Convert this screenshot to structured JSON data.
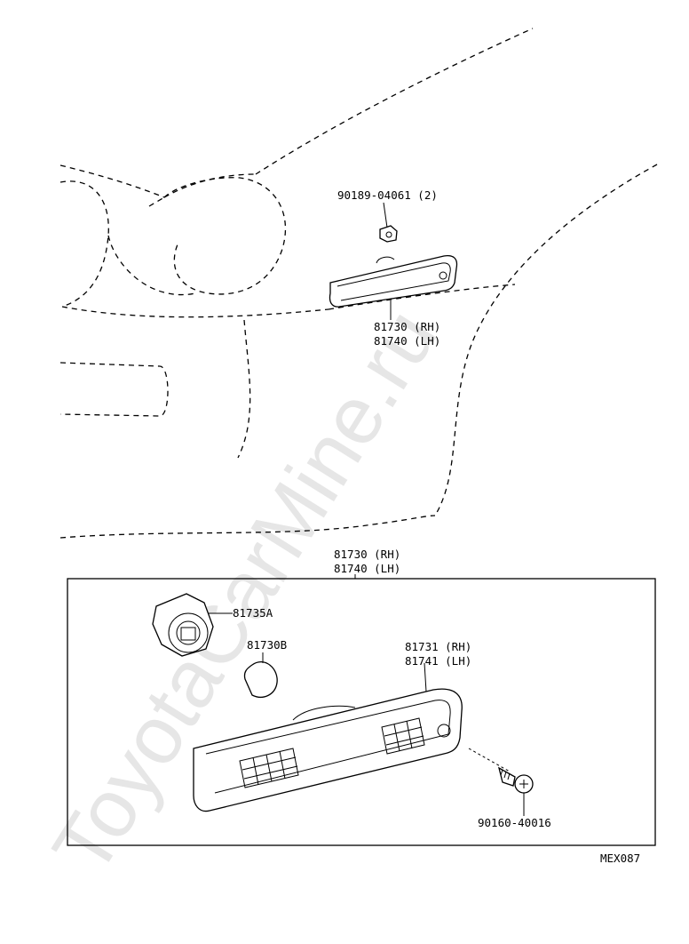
{
  "watermark": "ToyotaCarMine.ru",
  "diagram_code": "MEX087",
  "callouts": {
    "clip": "90189-04061 (2)",
    "upper_lamp_rh": "81730 (RH)",
    "upper_lamp_lh": "81740 (LH)",
    "assembly_rh": "81730 (RH)",
    "assembly_lh": "81740 (LH)",
    "socket": "81735A",
    "bulb": "81730B",
    "lens_rh": "81731 (RH)",
    "lens_lh": "81741 (LH)",
    "screw": "90160-40016"
  }
}
